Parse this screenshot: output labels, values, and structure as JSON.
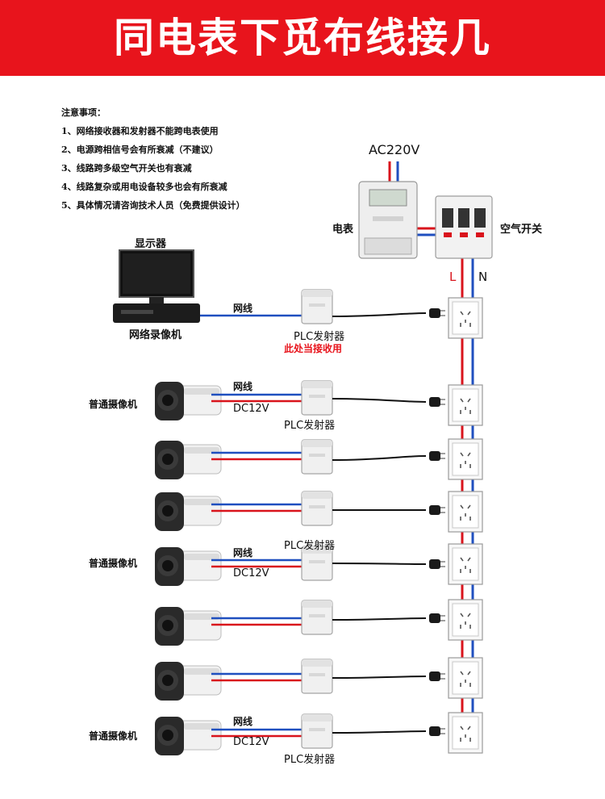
{
  "title": "同电表下觅布线接几",
  "notes": {
    "heading": "注意事项：",
    "items": [
      "1、网络接收器和发射器不能跨电表使用",
      "2、电源跨相信号会有所衰减（不建议）",
      "3、线路跨多级空气开关也有衰减",
      "4、线路复杂或用电设备较多也会有所衰减",
      "5、具体情况请咨询技术人员（免费提供设计）"
    ]
  },
  "labels": {
    "ac_voltage": "AC220V",
    "meter": "电表",
    "breaker": "空气开关",
    "live": "L",
    "neutral": "N",
    "monitor": "显示器",
    "nvr": "网络录像机",
    "network_cable": "网线",
    "plc_transmitter": "PLC发射器",
    "receiver_note": "此处当接收用",
    "camera": "普通摄像机",
    "dc_power": "DC12V"
  },
  "colors": {
    "banner": "#e8141c",
    "live_wire": "#d9141c",
    "neutral_wire": "#1f4fbf",
    "receiver_note": "#e8141c"
  }
}
